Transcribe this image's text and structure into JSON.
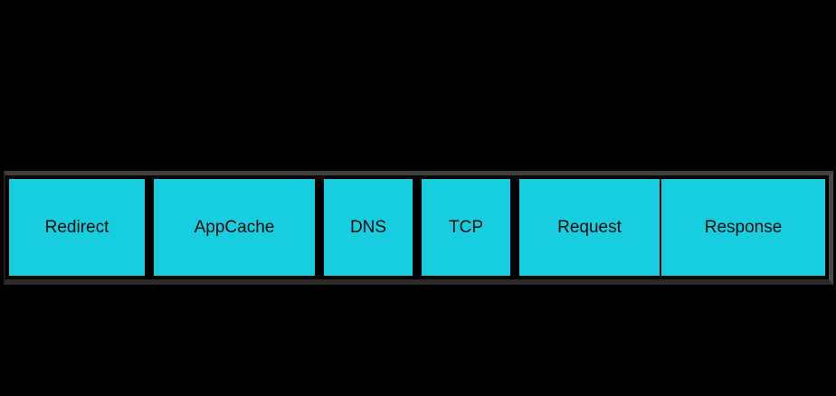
{
  "colors": {
    "page_bg": "#000000",
    "frame_bg": "#000000",
    "rail_top": "#3e3e3e",
    "rail_right": "#4a4a4a",
    "rail_bottom": "#2b2b2b",
    "rail_left": "#1f1f1f",
    "segment_fill": "#17cee0",
    "segment_border": "#000000",
    "label_color": "#0a0a0a"
  },
  "diagram": {
    "name": "request-timing-phases",
    "segments": [
      {
        "label": "Redirect"
      },
      {
        "label": "AppCache"
      },
      {
        "label": "DNS"
      },
      {
        "label": "TCP"
      },
      {
        "label": "Request"
      },
      {
        "label": "Response"
      }
    ]
  }
}
